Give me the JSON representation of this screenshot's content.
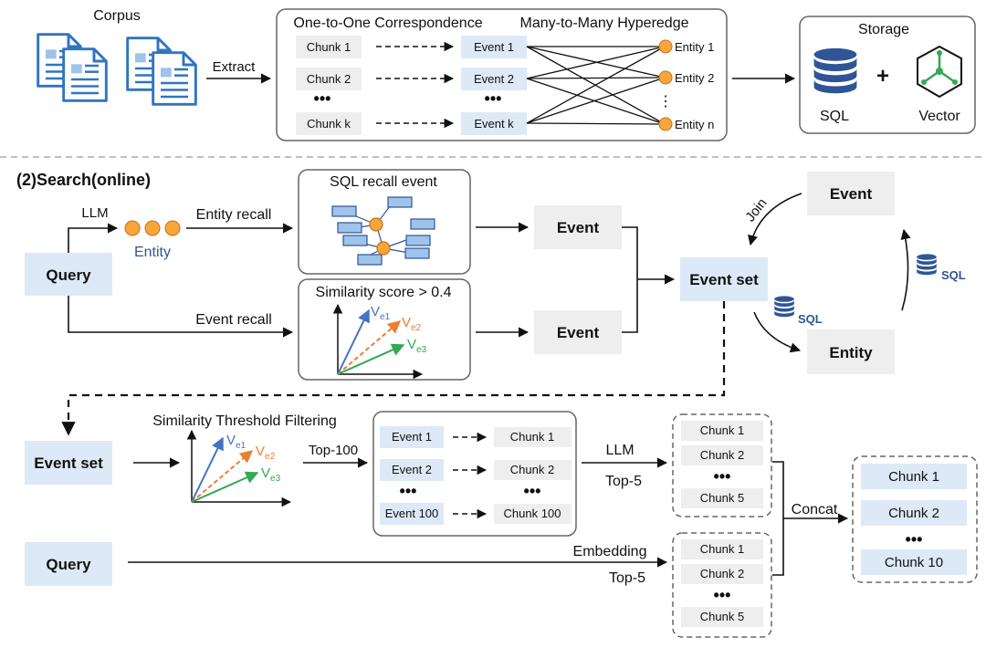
{
  "offline": {
    "corpus_label": "Corpus",
    "extract_label": "Extract",
    "one_to_one_label": "One-to-One Correspondence",
    "many_to_many_label": "Many-to-Many Hyperedge",
    "chunks": [
      "Chunk 1",
      "Chunk 2",
      "Chunk k"
    ],
    "events": [
      "Event 1",
      "Event 2",
      "Event k"
    ],
    "entities": [
      "Entity 1",
      "Entity 2",
      "Entity n"
    ],
    "ellipsis": "•••",
    "vellipsis": "⋮",
    "storage_label": "Storage",
    "sql_label": "SQL",
    "plus": "+",
    "vector_label": "Vector"
  },
  "search": {
    "section_title": "(2)Search(online)",
    "query_label": "Query",
    "llm_label": "LLM",
    "entity_label": "Entity",
    "entity_recall_label": "Entity recall",
    "event_recall_label": "Event recall",
    "sql_recall_title": "SQL recall event",
    "similarity_title": "Similarity score > 0.4",
    "event_label": "Event",
    "event_set_label": "Event set",
    "join_label": "Join",
    "sql_badge": "SQL",
    "vec_labels": [
      {
        "base": "V",
        "sub": "e1"
      },
      {
        "base": "V",
        "sub": "e2"
      },
      {
        "base": "V",
        "sub": "e3"
      }
    ]
  },
  "retrieval": {
    "event_set_label": "Event set",
    "threshold_title": "Similarity Threshold Filtering",
    "top100_label": "Top-100",
    "events": [
      "Event 1",
      "Event 2",
      "Event 100"
    ],
    "chunks": [
      "Chunk 1",
      "Chunk 2",
      "Chunk 100"
    ],
    "llm_label": "LLM",
    "top5_label": "Top-5",
    "llm_chunks": [
      "Chunk 1",
      "Chunk 2",
      "Chunk 5"
    ],
    "query_label": "Query",
    "embedding_label": "Embedding",
    "top5_label_2": "Top-5",
    "emb_chunks": [
      "Chunk 1",
      "Chunk 2",
      "Chunk 5"
    ],
    "concat_label": "Concat",
    "final_chunks": [
      "Chunk 1",
      "Chunk 2",
      "Chunk 10"
    ],
    "ellipsis": "•••"
  },
  "colors": {
    "orange": "#f7a63a",
    "blue_node": "#9fc3ea",
    "blue_dark": "#2f5597",
    "vec_blue": "#4472c4",
    "vec_orange": "#ed7d31",
    "vec_green": "#34a853"
  }
}
